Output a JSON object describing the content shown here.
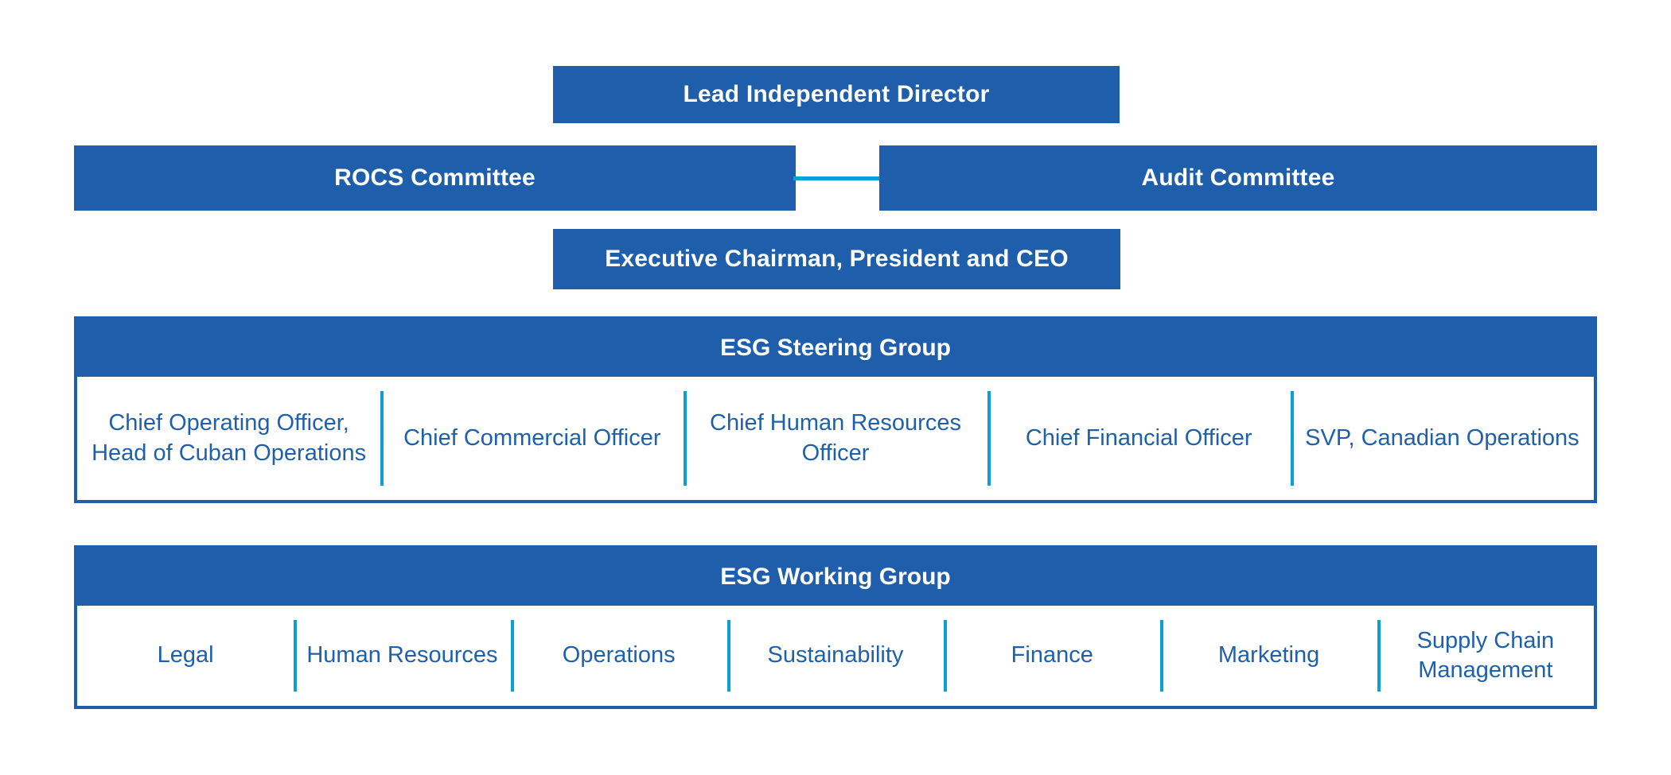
{
  "colors": {
    "primary_blue": "#1F5EAB",
    "accent_cyan": "#0BA0D4",
    "text_on_blue": "#FFFFFF",
    "text_blue": "#1F60AB",
    "background": "#FFFFFF"
  },
  "board": {
    "lead_independent_director": "Lead Independent Director",
    "committees": [
      "ROCS Committee",
      "Audit Committee"
    ],
    "executive": "Executive Chairman, President and CEO"
  },
  "steering_group": {
    "title": "ESG Steering Group",
    "members": [
      "Chief Operating Officer, Head of Cuban Operations",
      "Chief Commercial Officer",
      "Chief Human Resources Officer",
      "Chief Financial Officer",
      "SVP, Canadian Operations"
    ]
  },
  "working_group": {
    "title": "ESG Working Group",
    "members": [
      "Legal",
      "Human Resources",
      "Operations",
      "Sustainability",
      "Finance",
      "Marketing",
      "Supply Chain Management"
    ]
  }
}
